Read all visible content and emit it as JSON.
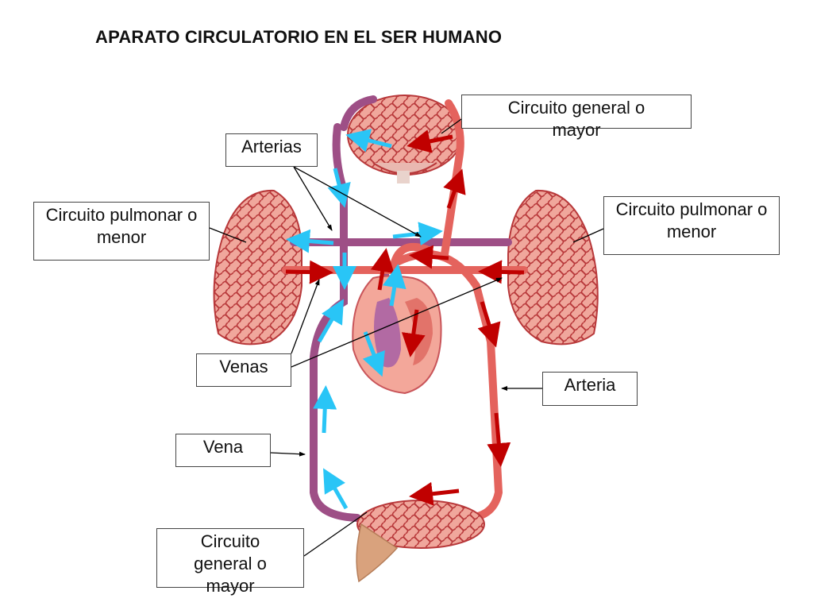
{
  "title": "APARATO CIRCULATORIO EN EL SER HUMANO",
  "labels": {
    "circuito_general_top": "Circuito general o mayor",
    "arterias": "Arterias",
    "pulmonar_left": "Circuito pulmonar o menor",
    "pulmonar_right": "Circuito pulmonar o menor",
    "venas": "Venas",
    "arteria": "Arteria",
    "vena": "Vena",
    "circuito_general_bottom": "Circuito general o mayor"
  },
  "colors": {
    "artery": "#e4635d",
    "vein": "#9e4f86",
    "oxygen_arrow": "#c00000",
    "deoxy_arrow": "#29c5f6",
    "organ": "#e9877e",
    "organ_net": "#b8383a"
  }
}
